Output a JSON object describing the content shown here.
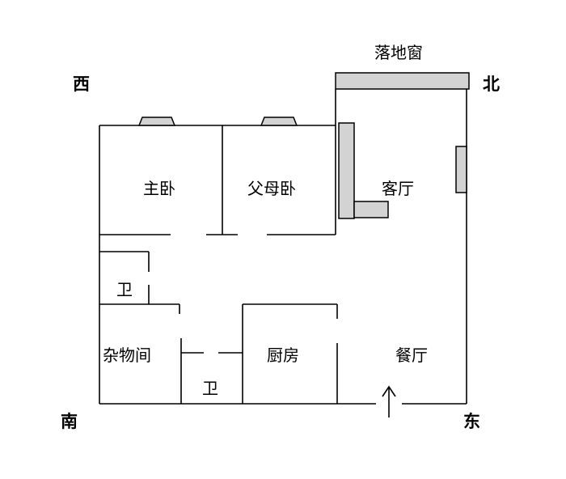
{
  "compass": {
    "west": "西",
    "north": "北",
    "south": "南",
    "east": "东"
  },
  "window_label": "落地窗",
  "rooms": {
    "master_bedroom": "主卧",
    "parents_bedroom": "父母卧",
    "living_room": "客厅",
    "bathroom_1": "卫",
    "storage_room": "杂物间",
    "kitchen": "厨房",
    "bathroom_2": "卫",
    "dining_room": "餐厅"
  },
  "entrance_arrow": "↑",
  "colors": {
    "furniture_fill": "#d3d3d3",
    "wall": "#000000"
  }
}
